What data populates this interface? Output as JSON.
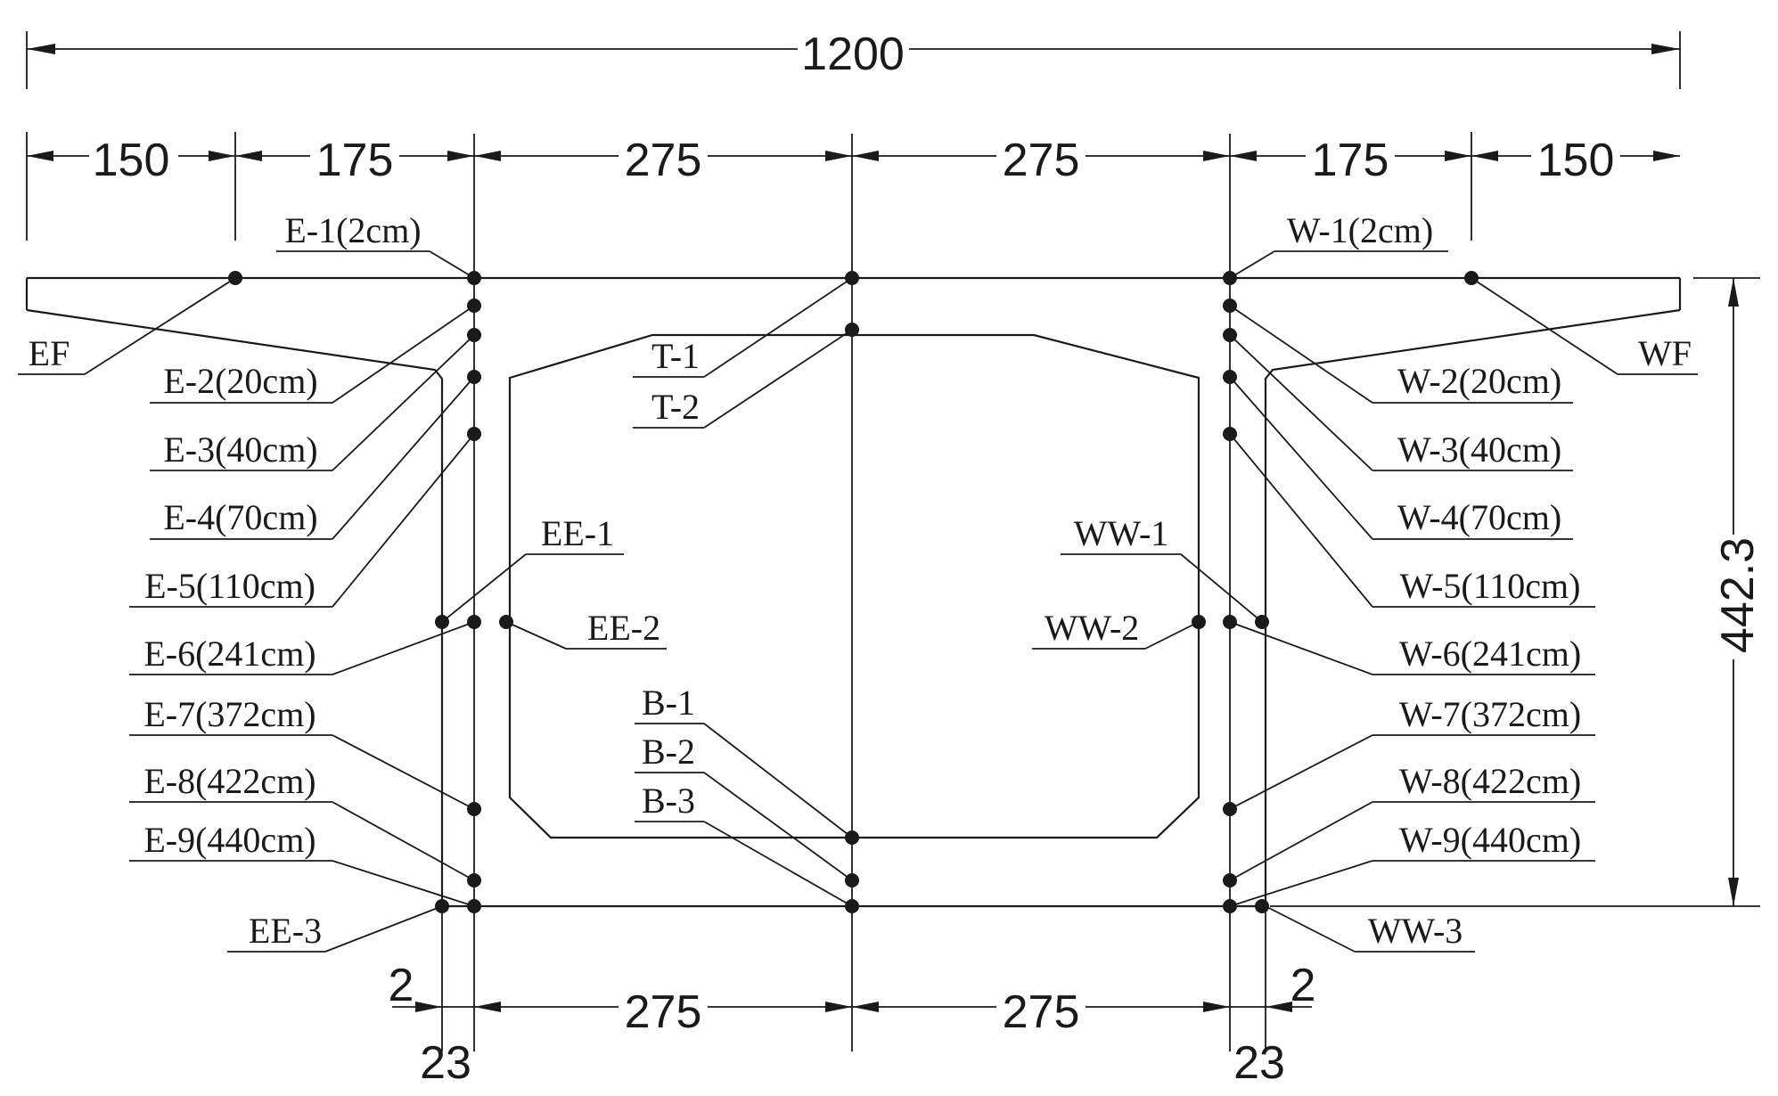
{
  "dimensions": {
    "total_width": "1200",
    "top_segments": [
      "150",
      "175",
      "275",
      "275",
      "175",
      "150"
    ],
    "height": "442.3",
    "bottom_segments": [
      "275",
      "275"
    ],
    "web_offset": "2",
    "web_thickness": "23"
  },
  "labels": {
    "east": [
      "E-1(2cm)",
      "E-2(20cm)",
      "E-3(40cm)",
      "E-4(70cm)",
      "E-5(110cm)",
      "E-6(241cm)",
      "E-7(372cm)",
      "E-8(422cm)",
      "E-9(440cm)"
    ],
    "west": [
      "W-1(2cm)",
      "W-2(20cm)",
      "W-3(40cm)",
      "W-4(70cm)",
      "W-5(110cm)",
      "W-6(241cm)",
      "W-7(372cm)",
      "W-8(422cm)",
      "W-9(440cm)"
    ],
    "ef": "EF",
    "wf": "WF",
    "top_center": [
      "T-1",
      "T-2"
    ],
    "bottom_center": [
      "B-1",
      "B-2",
      "B-3"
    ],
    "ee": [
      "EE-1",
      "EE-2",
      "EE-3"
    ],
    "ww": [
      "WW-1",
      "WW-2",
      "WW-3"
    ]
  },
  "colors": {
    "ink": "#1a1a1a",
    "background": "#ffffff"
  }
}
